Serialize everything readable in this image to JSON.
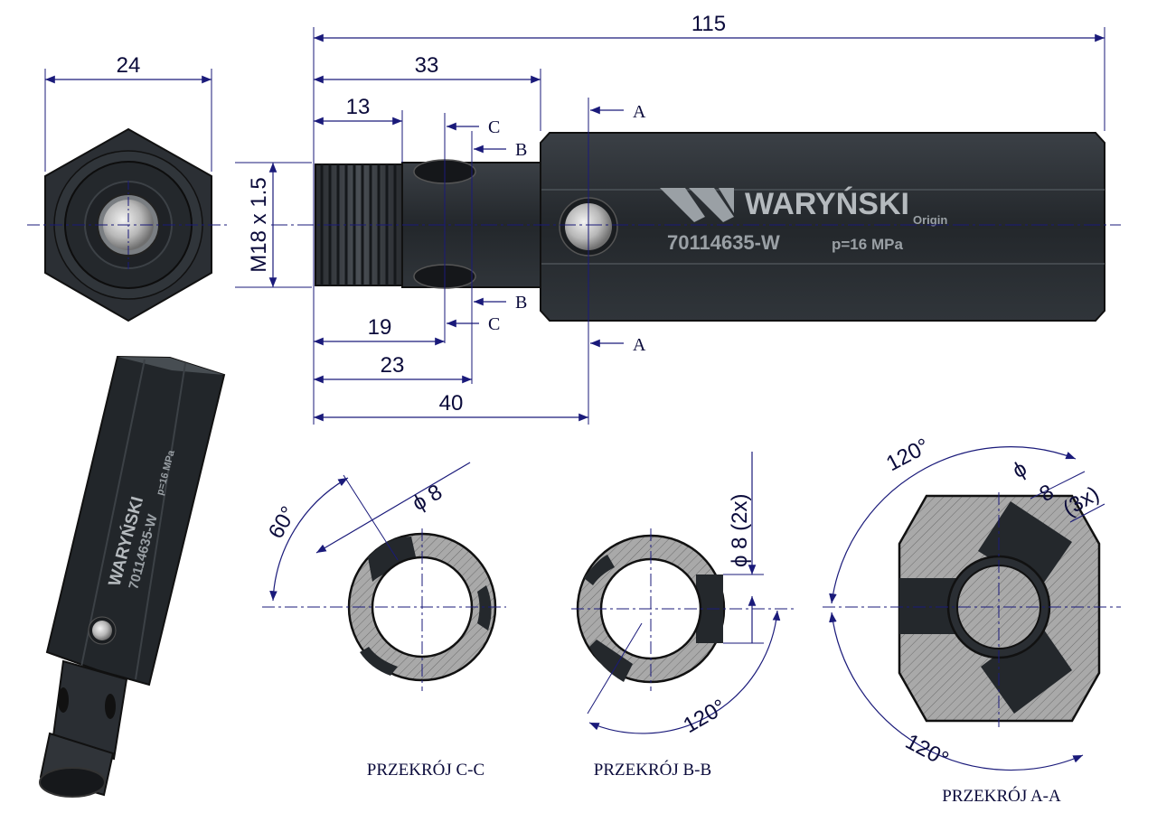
{
  "dimensions": {
    "total_length": "115",
    "hex_width": "24",
    "d33": "33",
    "d13": "13",
    "d19": "19",
    "d23": "23",
    "d40": "40",
    "thread": "M18 x 1.5"
  },
  "section_marks": {
    "a": "A",
    "b": "B",
    "c": "C"
  },
  "body_marking": {
    "brand": "WARYŃSKI",
    "sub": "Origin",
    "part_number": "70114635-W",
    "pressure": "p=16 MPa"
  },
  "sections": {
    "cc": {
      "caption": "PRZEKRÓJ C-C",
      "angle": "60°",
      "hole": "ϕ 8"
    },
    "bb": {
      "caption": "PRZEKRÓJ B-B",
      "angle": "120°",
      "hole": "ϕ 8 (2x)"
    },
    "aa": {
      "caption": "PRZEKRÓJ A-A",
      "angle_top": "120°",
      "angle_bottom": "120°",
      "hole_symbol": "ϕ",
      "hole_size": "8",
      "hole_count": "(3x)"
    }
  },
  "colors": {
    "dimension_line": "#1a1a7a",
    "part_body": "#262a2f",
    "hatch_fill": "#a9a9a9"
  }
}
